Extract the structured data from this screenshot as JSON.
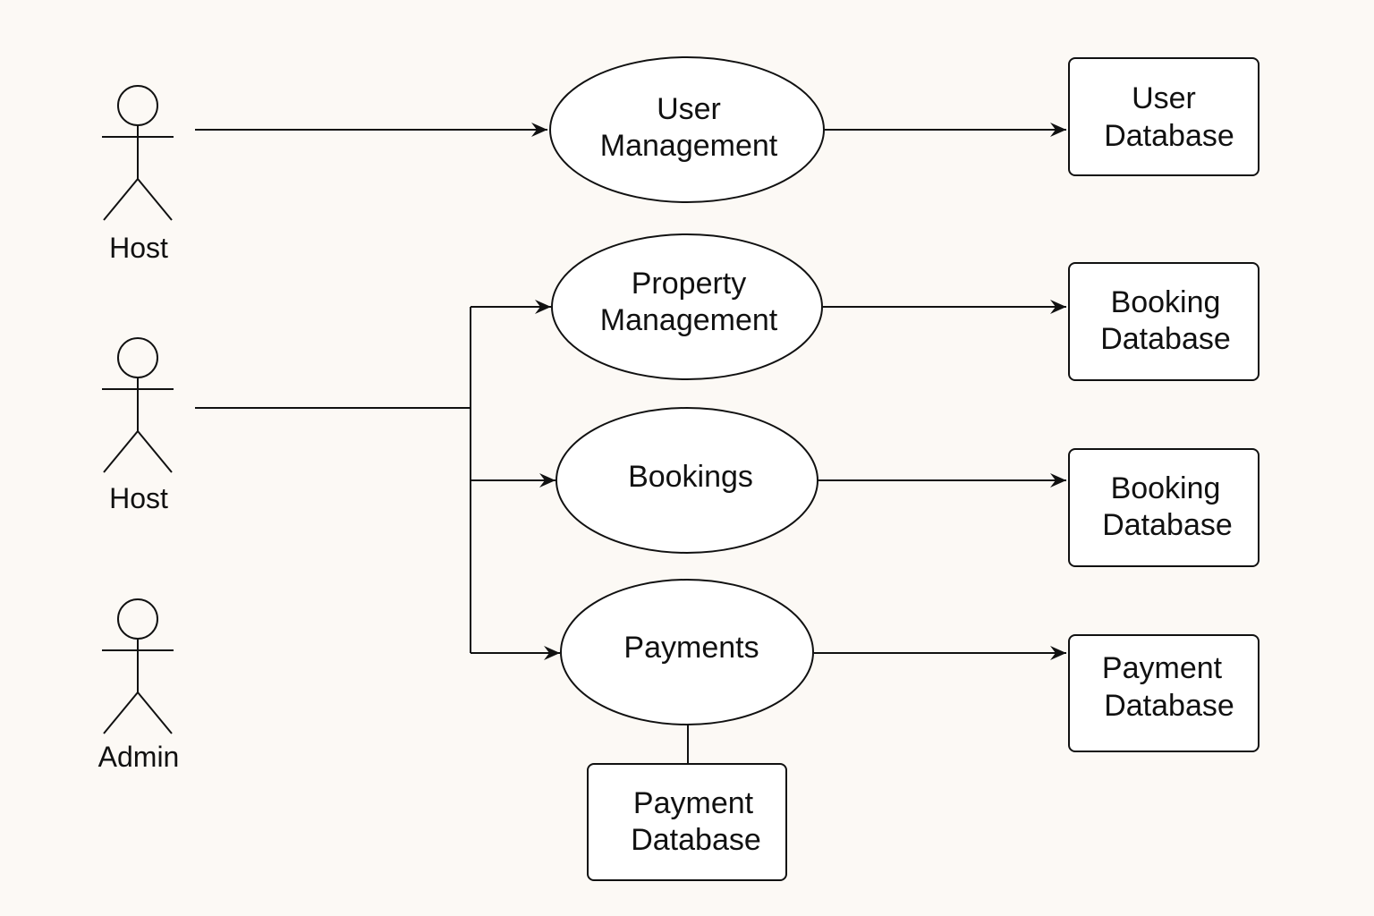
{
  "colors": {
    "background": "#fcf9f5",
    "stroke": "#111111",
    "fill": "#ffffff"
  },
  "actors": {
    "host_top": "Host",
    "host_middle": "Host",
    "admin": "Admin"
  },
  "use_cases": {
    "user_management": [
      "User",
      "Management"
    ],
    "property_management": [
      "Property",
      "Management"
    ],
    "bookings": [
      "Bookings"
    ],
    "payments": [
      "Payments"
    ]
  },
  "stores": {
    "user_db": [
      "User",
      "Database"
    ],
    "booking_db_1": [
      "Booking",
      "Database"
    ],
    "booking_db_2": [
      "Booking",
      "Database"
    ],
    "payment_db_right": [
      "Payment",
      "Database"
    ],
    "payment_db_bottom": [
      "Payment",
      "Database"
    ]
  }
}
